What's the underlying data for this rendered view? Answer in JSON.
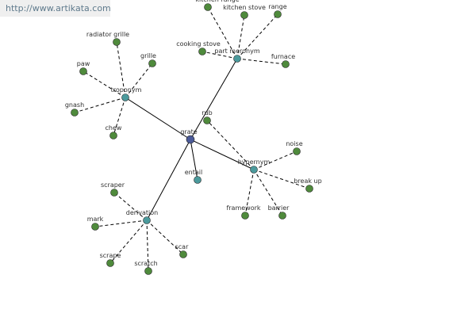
{
  "url": "http://www.artikata.com",
  "colors": {
    "center": "#4b5a98",
    "category": "#4b9a9c",
    "leaf": "#4f8a3c",
    "node_stroke": "#222222",
    "edge": "#000000",
    "background": "#ffffff"
  },
  "graph": {
    "center": {
      "id": "grate",
      "label": "grate"
    },
    "categories": [
      {
        "id": "troponym",
        "label": "troponym"
      },
      {
        "id": "part_meronym",
        "label": "part meronym"
      },
      {
        "id": "hypernym",
        "label": "hypernym"
      },
      {
        "id": "derivation",
        "label": "derivation"
      },
      {
        "id": "entail",
        "label": "entail"
      }
    ],
    "leaves": [
      {
        "id": "radiator_grille",
        "label": "radiator grille",
        "parent": "troponym"
      },
      {
        "id": "paw",
        "label": "paw",
        "parent": "troponym"
      },
      {
        "id": "grille",
        "label": "grille",
        "parent": "troponym"
      },
      {
        "id": "gnash",
        "label": "gnash",
        "parent": "troponym"
      },
      {
        "id": "chew",
        "label": "chew",
        "parent": "troponym"
      },
      {
        "id": "kitchen_range",
        "label": "kitchen range",
        "parent": "part_meronym"
      },
      {
        "id": "kitchen_stove",
        "label": "kitchen stove",
        "parent": "part_meronym"
      },
      {
        "id": "range",
        "label": "range",
        "parent": "part_meronym"
      },
      {
        "id": "cooking_stove",
        "label": "cooking stove",
        "parent": "part_meronym"
      },
      {
        "id": "furnace",
        "label": "furnace",
        "parent": "part_meronym"
      },
      {
        "id": "rub",
        "label": "rub",
        "parent": "hypernym"
      },
      {
        "id": "noise",
        "label": "noise",
        "parent": "hypernym"
      },
      {
        "id": "break_up",
        "label": "break up",
        "parent": "hypernym"
      },
      {
        "id": "framework",
        "label": "framework",
        "parent": "hypernym"
      },
      {
        "id": "barrier",
        "label": "barrier",
        "parent": "hypernym"
      },
      {
        "id": "scraper",
        "label": "scraper",
        "parent": "derivation"
      },
      {
        "id": "mark",
        "label": "mark",
        "parent": "derivation"
      },
      {
        "id": "scrape",
        "label": "scrape",
        "parent": "derivation"
      },
      {
        "id": "scratch",
        "label": "scratch",
        "parent": "derivation"
      },
      {
        "id": "scar",
        "label": "scar",
        "parent": "derivation"
      }
    ]
  }
}
